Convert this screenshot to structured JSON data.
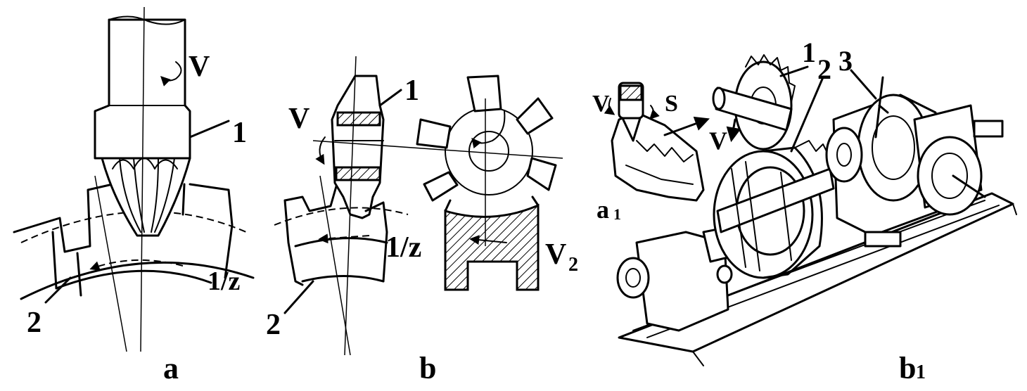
{
  "panels": {
    "a": {
      "caption": "a",
      "labels": {
        "velocity": "V",
        "tool": "1",
        "workpiece": "2",
        "indexing": "1/z"
      }
    },
    "b": {
      "caption": "b",
      "labels": {
        "velocity": "V",
        "tool": "1",
        "workpiece": "2",
        "indexing": "1/z",
        "feed_velocity_main": "V",
        "feed_velocity_sub": "2"
      }
    },
    "b1": {
      "caption_main": "b",
      "caption_sub": "1",
      "labels": {
        "inset_main": "a",
        "inset_sub": "1",
        "inset_velocity": "V",
        "inset_feed": "S",
        "velocity": "V",
        "part1": "1",
        "part2": "2",
        "part3": "3"
      }
    }
  }
}
